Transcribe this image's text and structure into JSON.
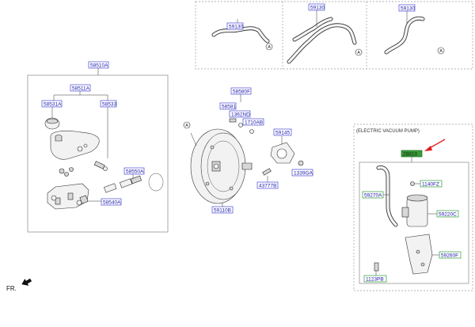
{
  "callouts": {
    "hose_top_1": "59130",
    "hose_top_2": "59130",
    "hose_top_3": "59130",
    "master_cyl_assy": "58510A",
    "reservoir": "58511A",
    "cap": "58531A",
    "pin": "58533",
    "seal_kit": "58550A",
    "sensor": "58540A",
    "booster_kit": "58580F",
    "pin_58581": "58581",
    "nut_1362": "1362ND",
    "ab_1710": "1710AB",
    "gasket": "59145",
    "nut_1339": "1339GA",
    "bolt_43777": "43777B",
    "booster": "59110B",
    "pump": "28810",
    "clip_1140": "1140FZ",
    "hose_pump": "59270A",
    "pump_body": "59220C",
    "bracket": "59260F",
    "bolt_1123": "1123PB"
  },
  "ref_marker": "A",
  "pump_caption": "(ELECTRIC VACUUM PUMP)",
  "direction_label": "FR.",
  "colors": {
    "callout_text": "#1a1aa8",
    "highlight": "#3a9a3a",
    "arrow": "#e02020"
  }
}
